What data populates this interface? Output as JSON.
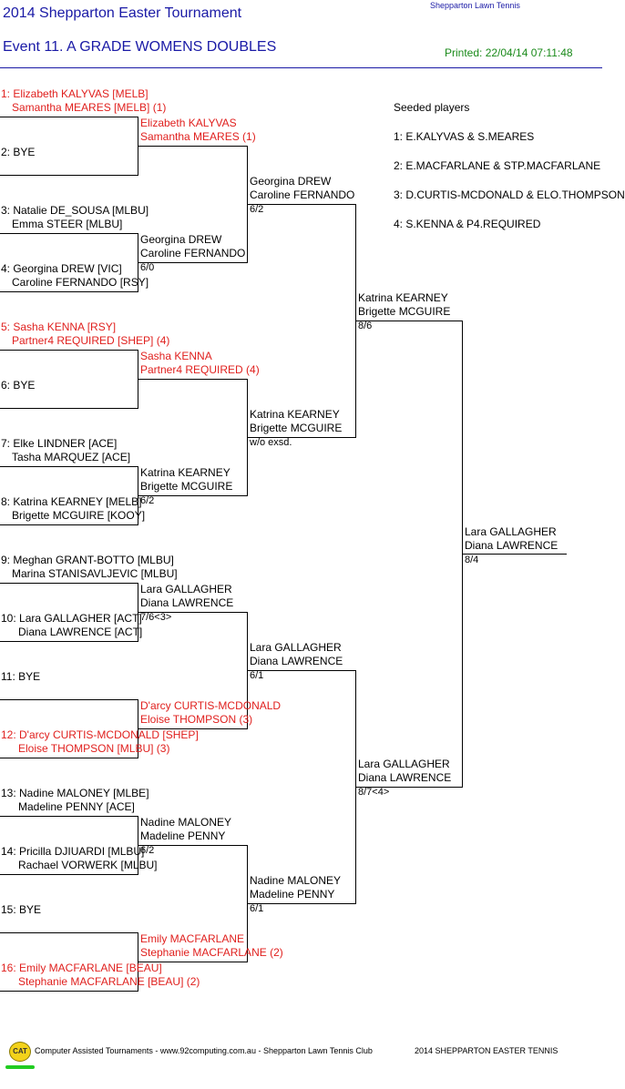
{
  "header": {
    "title": "2014 Shepparton Easter Tournament",
    "club": "Shepparton Lawn Tennis",
    "event": "Event 11. A GRADE WOMENS DOUBLES",
    "printed": "Printed: 22/04/14 07:11:48"
  },
  "round1": [
    {
      "l1": "1: Elizabeth KALYVAS [MELB]",
      "l2": "Samantha MEARES [MELB] (1)",
      "seeded": true
    },
    {
      "l1": "2: BYE",
      "l2": "",
      "seeded": false
    },
    {
      "l1": "3: Natalie DE_SOUSA [MLBU]",
      "l2": "Emma STEER [MLBU]",
      "seeded": false
    },
    {
      "l1": "4: Georgina DREW [VIC]",
      "l2": "Caroline FERNANDO [RSY]",
      "seeded": false
    },
    {
      "l1": "5: Sasha KENNA [RSY]",
      "l2": "Partner4 REQUIRED [SHEP] (4)",
      "seeded": true
    },
    {
      "l1": "6: BYE",
      "l2": "",
      "seeded": false
    },
    {
      "l1": "7: Elke LINDNER [ACE]",
      "l2": "Tasha MARQUEZ [ACE]",
      "seeded": false
    },
    {
      "l1": "8: Katrina KEARNEY [MELB]",
      "l2": "Brigette MCGUIRE [KOOY]",
      "seeded": false
    },
    {
      "l1": "9: Meghan GRANT-BOTTO [MLBU]",
      "l2": "Marina STANISAVLJEVIC [MLBU]",
      "seeded": false
    },
    {
      "l1": "10: Lara GALLAGHER [ACT]",
      "l2": "Diana LAWRENCE [ACT]",
      "seeded": false
    },
    {
      "l1": "11: BYE",
      "l2": "",
      "seeded": false
    },
    {
      "l1": "12: D'arcy CURTIS-MCDONALD [SHEP]",
      "l2": "Eloise THOMPSON [MLBU] (3)",
      "seeded": true
    },
    {
      "l1": "13: Nadine MALONEY [MLBE]",
      "l2": "Madeline PENNY [ACE]",
      "seeded": false
    },
    {
      "l1": "14: Pricilla DJIUARDI [MLBU]",
      "l2": "Rachael VORWERK [MLBU]",
      "seeded": false
    },
    {
      "l1": "15: BYE",
      "l2": "",
      "seeded": false
    },
    {
      "l1": "16: Emily MACFARLANE [BEAU]",
      "l2": "Stephanie MACFARLANE [BEAU] (2)",
      "seeded": true
    }
  ],
  "round2": [
    {
      "l1": "Elizabeth KALYVAS",
      "l2": "Samantha MEARES (1)",
      "score": "",
      "seeded": true
    },
    {
      "l1": "Georgina DREW",
      "l2": "Caroline FERNANDO",
      "score": "6/0",
      "seeded": false
    },
    {
      "l1": "Sasha KENNA",
      "l2": "Partner4 REQUIRED (4)",
      "score": "",
      "seeded": true
    },
    {
      "l1": "Katrina KEARNEY",
      "l2": "Brigette MCGUIRE",
      "score": "6/2",
      "seeded": false
    },
    {
      "l1": "Lara GALLAGHER",
      "l2": "Diana LAWRENCE",
      "score": "7/6<3>",
      "seeded": false
    },
    {
      "l1": "D'arcy CURTIS-MCDONALD",
      "l2": "Eloise THOMPSON (3)",
      "score": "",
      "seeded": true
    },
    {
      "l1": "Nadine MALONEY",
      "l2": "Madeline PENNY",
      "score": "6/2",
      "seeded": false
    },
    {
      "l1": "Emily MACFARLANE",
      "l2": "Stephanie MACFARLANE (2)",
      "score": "",
      "seeded": true
    }
  ],
  "round3": [
    {
      "l1": "Georgina DREW",
      "l2": "Caroline FERNANDO",
      "score": "6/2"
    },
    {
      "l1": "Katrina KEARNEY",
      "l2": "Brigette MCGUIRE",
      "score": "w/o exsd."
    },
    {
      "l1": "Lara GALLAGHER",
      "l2": "Diana LAWRENCE",
      "score": "6/1"
    },
    {
      "l1": "Nadine MALONEY",
      "l2": "Madeline PENNY",
      "score": "6/1"
    }
  ],
  "round4": [
    {
      "l1": "Katrina KEARNEY",
      "l2": "Brigette MCGUIRE",
      "score": "8/6"
    },
    {
      "l1": "Lara GALLAGHER",
      "l2": "Diana LAWRENCE",
      "score": "8/7<4>"
    }
  ],
  "final": {
    "l1": "Lara GALLAGHER",
    "l2": "Diana LAWRENCE",
    "score": "8/4"
  },
  "seeds": {
    "title": "Seeded players",
    "items": [
      "1: E.KALYVAS & S.MEARES",
      "2: E.MACFARLANE & STP.MACFARLANE",
      "3: D.CURTIS-MCDONALD & ELO.THOMPSON",
      "4: S.KENNA & P4.REQUIRED"
    ]
  },
  "footer": {
    "logo": "CAT",
    "left": "Computer Assisted Tournaments - www.92computing.com.au - Shepparton Lawn Tennis Club",
    "right": "2014 SHEPPARTON EASTER TENNIS"
  },
  "colors": {
    "title": "#1a1aa6",
    "seeded": "#e0201e",
    "printed": "#1a8a1a",
    "lines": "#000000"
  }
}
